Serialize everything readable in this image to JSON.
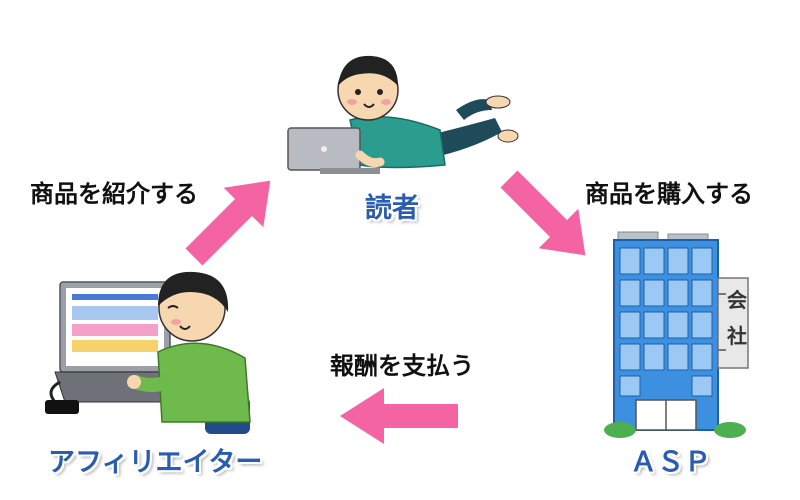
{
  "nodes": {
    "reader": {
      "label": "読者"
    },
    "asp": {
      "label": "ＡＳＰ",
      "sign_chars": [
        "会",
        "社"
      ]
    },
    "affiliator": {
      "label": "アフィリエイター"
    }
  },
  "edges": {
    "introduce": {
      "label": "商品を紹介する"
    },
    "purchase": {
      "label": "商品を購入する"
    },
    "pay": {
      "label": "報酬を支払う"
    }
  },
  "colors": {
    "arrow": "#f564a2",
    "label_blue": "#2a5cb0",
    "building_blue": "#3d8fe0",
    "shirt_green": "#6fba4c",
    "teal_shirt": "#2a9d8f"
  }
}
